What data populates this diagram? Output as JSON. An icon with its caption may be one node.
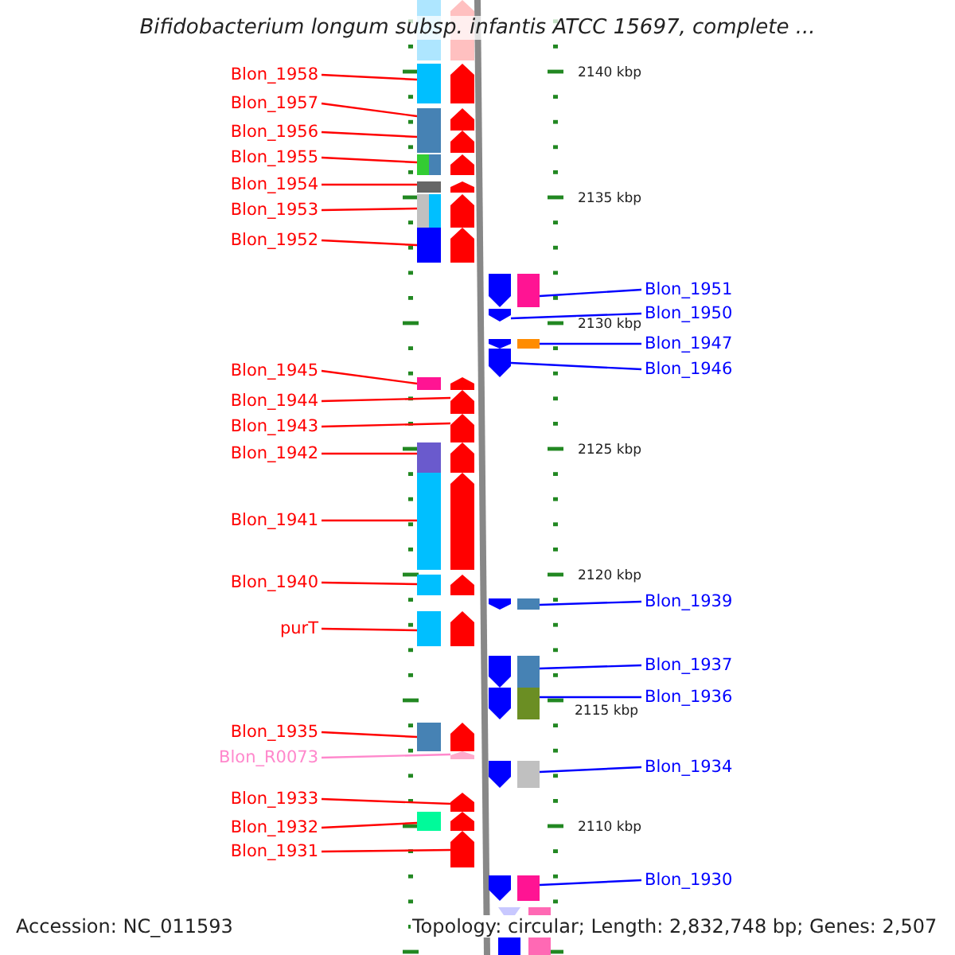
{
  "diagram": {
    "title": "Bifidobacterium longum subsp. infantis ATCC 15697, complete ...",
    "nodes": [
      {
        "text": [
          "Blon_1958"
        ]
      },
      {
        "text": [],
        "shape": "arrow"
      },
      {
        "text": [
          "Blon_1957"
        ]
      },
      {
        "text": [],
        "shape": "arrow"
      },
      {
        "text": [
          "Blon_1956"
        ]
      },
      {
        "text": [],
        "shape": "arrow"
      },
      {
        "text": [
          "Blon_1955"
        ]
      },
      {
        "text": [],
        "shape": "arrow"
      },
      {
        "text": [
          "Blon_1954"
        ]
      },
      {
        "text": [],
        "shape": "arrow"
      },
      {
        "text": [
          "Blon_1953"
        ]
      },
      {
        "text": [],
        "shape": "arrow"
      },
      {
        "text": [
          "Blon_1952"
        ]
      },
      {
        "text": [],
        "shape": "arrow"
      },
      {
        "text": [
          "Blon_1951"
        ]
      },
      {
        "text": [],
        "shape": "arrow"
      },
      {
        "text": [
          "Blon_1950"
        ]
      },
      {
        "text": [],
        "shape": "arrow"
      },
      {
        "text": [
          "Blon_1947"
        ]
      },
      {
        "text": [],
        "shape": "arrow"
      },
      {
        "text": [
          "Blon_1946"
        ]
      },
      {
        "text": [],
        "shape": "arrow"
      },
      {
        "text": [
          "Blon_1945"
        ]
      },
      {
        "text": [],
        "shape": "arrow"
      },
      {
        "text": [
          "Blon_1944"
        ]
      },
      {
        "text": [],
        "shape": "arrow"
      },
      {
        "text": [
          "Blon_1943"
        ]
      },
      {
        "text": [],
        "shape": "arrow"
      },
      {
        "text": [
          "Blon_1942"
        ]
      },
      {
        "text": [],
        "shape": "arrow"
      },
      {
        "text": [
          "Blon_1941"
        ]
      },
      {
        "text": [],
        "shape": "arrow"
      },
      {
        "text": [
          "Blon_1940"
        ]
      },
      {
        "text": [],
        "shape": "arrow"
      },
      {
        "text": [
          "Blon_1939"
        ]
      },
      {
        "text": [],
        "shape": "arrow"
      },
      {
        "text": [
          "purT"
        ]
      },
      {
        "text": [],
        "shape": "arrow"
      },
      {
        "text": [
          "Blon_1937"
        ]
      },
      {
        "text": [],
        "shape": "arrow"
      },
      {
        "text": [
          "Blon_1936"
        ]
      },
      {
        "text": [],
        "shape": "arrow"
      },
      {
        "text": [
          "Blon_1935"
        ]
      },
      {
        "text": [],
        "shape": "arrow"
      },
      {
        "text": [
          "Blon_R0073"
        ]
      },
      {
        "text": [],
        "shape": "arrow"
      },
      {
        "text": [
          "Blon_1934"
        ]
      },
      {
        "text": [],
        "shape": "arrow"
      },
      {
        "text": [
          "Blon_1933"
        ]
      },
      {
        "text": [],
        "shape": "arrow"
      },
      {
        "text": [
          "Blon_1932"
        ]
      },
      {
        "text": [],
        "shape": "arrow"
      },
      {
        "text": [
          "Blon_1931"
        ]
      },
      {
        "text": [],
        "shape": "arrow"
      },
      {
        "text": [
          "Blon_1930"
        ]
      },
      {
        "text": [],
        "shape": "arrow"
      }
    ],
    "edges": [
      {
        "from": 0,
        "to": 1,
        "arrow": "none"
      },
      {
        "from": 2,
        "to": 3,
        "arrow": "none"
      },
      {
        "from": 4,
        "to": 5,
        "arrow": "none"
      },
      {
        "from": 6,
        "to": 7,
        "arrow": "none"
      },
      {
        "from": 8,
        "to": 9,
        "arrow": "none"
      },
      {
        "from": 10,
        "to": 11,
        "arrow": "none"
      },
      {
        "from": 12,
        "to": 13,
        "arrow": "none"
      },
      {
        "from": 14,
        "to": 15,
        "arrow": "none",
        "color": "#0000ff"
      },
      {
        "from": 16,
        "to": 17,
        "arrow": "none",
        "color": "#0000ff"
      },
      {
        "from": 18,
        "to": 19,
        "arrow": "none",
        "color": "#0000ff"
      },
      {
        "from": 20,
        "to": 21,
        "arrow": "none",
        "color": "#0000ff"
      },
      {
        "from": 22,
        "to": 23,
        "arrow": "none"
      },
      {
        "from": 24,
        "to": 25,
        "arrow": "none"
      },
      {
        "from": 26,
        "to": 27,
        "arrow": "none"
      },
      {
        "from": 28,
        "to": 29,
        "arrow": "none"
      },
      {
        "from": 30,
        "to": 31,
        "arrow": "none"
      },
      {
        "from": 32,
        "to": 33,
        "arrow": "none"
      },
      {
        "from": 34,
        "to": 35,
        "arrow": "none",
        "color": "#0000ff"
      },
      {
        "from": 36,
        "to": 37,
        "arrow": "none"
      },
      {
        "from": 38,
        "to": 39,
        "arrow": "none",
        "color": "#0000ff"
      },
      {
        "from": 40,
        "to": 41,
        "arrow": "none",
        "color": "#0000ff"
      },
      {
        "from": 42,
        "to": 43,
        "arrow": "none"
      },
      {
        "from": 44,
        "to": 45,
        "arrow": "none",
        "color": "#ff88cc"
      },
      {
        "from": 46,
        "to": 47,
        "arrow": "none",
        "color": "#0000ff"
      },
      {
        "from": 48,
        "to": 49,
        "arrow": "none"
      },
      {
        "from": 50,
        "to": 51,
        "arrow": "none"
      },
      {
        "from": 52,
        "to": 53,
        "arrow": "none"
      },
      {
        "from": 54,
        "to": 55,
        "arrow": "none",
        "color": "#0000ff"
      }
    ],
    "labels": [
      "2140 kbp",
      "2135 kbp",
      "2130 kbp",
      "2125 kbp",
      "2120 kbp",
      "2115 kbp",
      "2110 kbp",
      "Accession: NC_011593",
      "Topology: circular; Length: 2,832,748 bp; Genes: 2,507"
    ]
  }
}
